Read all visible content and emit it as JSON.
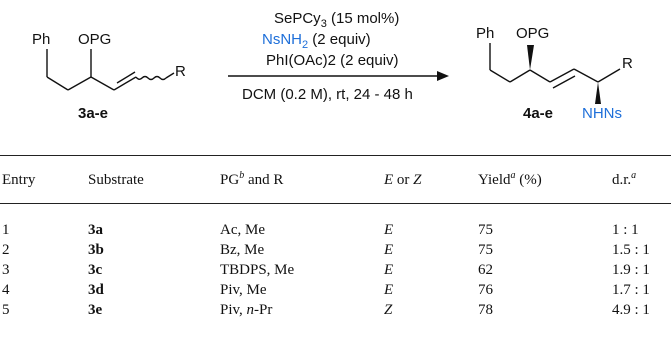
{
  "scheme": {
    "reactant": {
      "ph": "Ph",
      "opg": "OPG",
      "r": "R",
      "label": "3a-e"
    },
    "product": {
      "ph": "Ph",
      "opg": "OPG",
      "r": "R",
      "nhns": "NHNs",
      "label": "4a-e"
    },
    "conditions": {
      "line1": "SePCy3 (15 mol%)",
      "line2": "NsNH2 (2 equiv)",
      "line3": "PhI(OAc)2 (2 equiv)",
      "line4": "DCM (0.2 M), rt, 24 - 48 h"
    },
    "highlight_color": "#1e6fd9"
  },
  "table": {
    "headers": {
      "entry": "Entry",
      "substrate": "Substrate",
      "pg_r": "and R",
      "pg": "PG",
      "pg_sup": "b",
      "ez": "E or Z",
      "yield": "Yield",
      "yield_sup": "a",
      "yield_unit": "(%)",
      "dr": "d.r.",
      "dr_sup": "a"
    },
    "rows": [
      {
        "entry": "1",
        "substrate": "3a",
        "pg_r": "Ac, Me",
        "ez": "E",
        "yield": "75",
        "dr": "1 : 1"
      },
      {
        "entry": "2",
        "substrate": "3b",
        "pg_r": "Bz, Me",
        "ez": "E",
        "yield": "75",
        "dr": "1.5 : 1"
      },
      {
        "entry": "3",
        "substrate": "3c",
        "pg_r": "TBDPS, Me",
        "ez": "E",
        "yield": "62",
        "dr": "1.9 : 1"
      },
      {
        "entry": "4",
        "substrate": "3d",
        "pg_r": "Piv, Me",
        "ez": "E",
        "yield": "76",
        "dr": "1.7 : 1"
      },
      {
        "entry": "5",
        "substrate": "3e",
        "pg_r_prefix": "Piv, ",
        "pg_r_italic": "n",
        "pg_r_suffix": "-Pr",
        "ez": "Z",
        "yield": "78",
        "dr": "4.9 : 1"
      }
    ]
  }
}
